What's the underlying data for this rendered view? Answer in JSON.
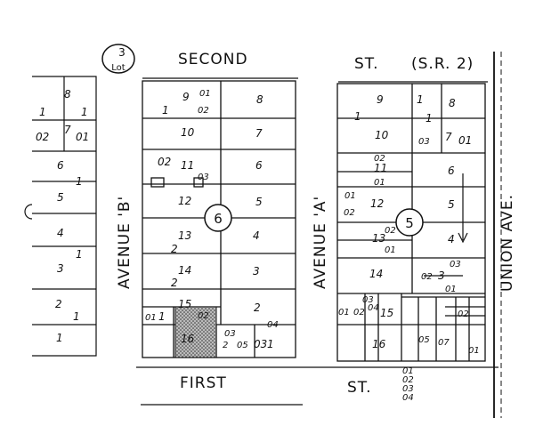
{
  "map": {
    "streets": {
      "second": "SECOND",
      "second_st": "ST.",
      "second_sr": "(S.R. 2)",
      "first": "FIRST",
      "first_st": "ST.",
      "avenue_b": "AVENUE 'B'",
      "avenue_a": "AVENUE 'A'",
      "union": "UNION AVE."
    },
    "legend": {
      "num": "3",
      "label": "Lot"
    },
    "blocks": [
      {
        "id": "6"
      },
      {
        "id": "5"
      }
    ],
    "left_block": {
      "lots": [
        "8",
        "1",
        "1",
        "02",
        "7",
        "01",
        "6",
        "5",
        "1",
        "4",
        "1",
        "3",
        "2",
        "1",
        "1"
      ]
    },
    "block6": {
      "lots_left": [
        "9",
        "01",
        "02",
        "1",
        "10",
        "02",
        "11",
        "03",
        "12",
        "13",
        "2",
        "14",
        "2",
        "15",
        "01",
        "1",
        "02",
        "16",
        "2"
      ],
      "lots_right": [
        "8",
        "7",
        "6",
        "5",
        "4",
        "3",
        "2",
        "05",
        "03",
        "1",
        "04",
        "03"
      ]
    },
    "block5": {
      "lots_left": [
        "9",
        "1",
        "10",
        "02",
        "11",
        "01",
        "01",
        "02",
        "12",
        "02",
        "13",
        "01",
        "14",
        "03",
        "01",
        "02",
        "04",
        "15",
        "16"
      ],
      "lots_right": [
        "1",
        "8",
        "1",
        "03",
        "7",
        "01",
        "6",
        "5",
        "4",
        "03",
        "02",
        "3",
        "01",
        "02",
        "01",
        "07",
        "05",
        "01",
        "02",
        "03",
        "04"
      ]
    }
  }
}
